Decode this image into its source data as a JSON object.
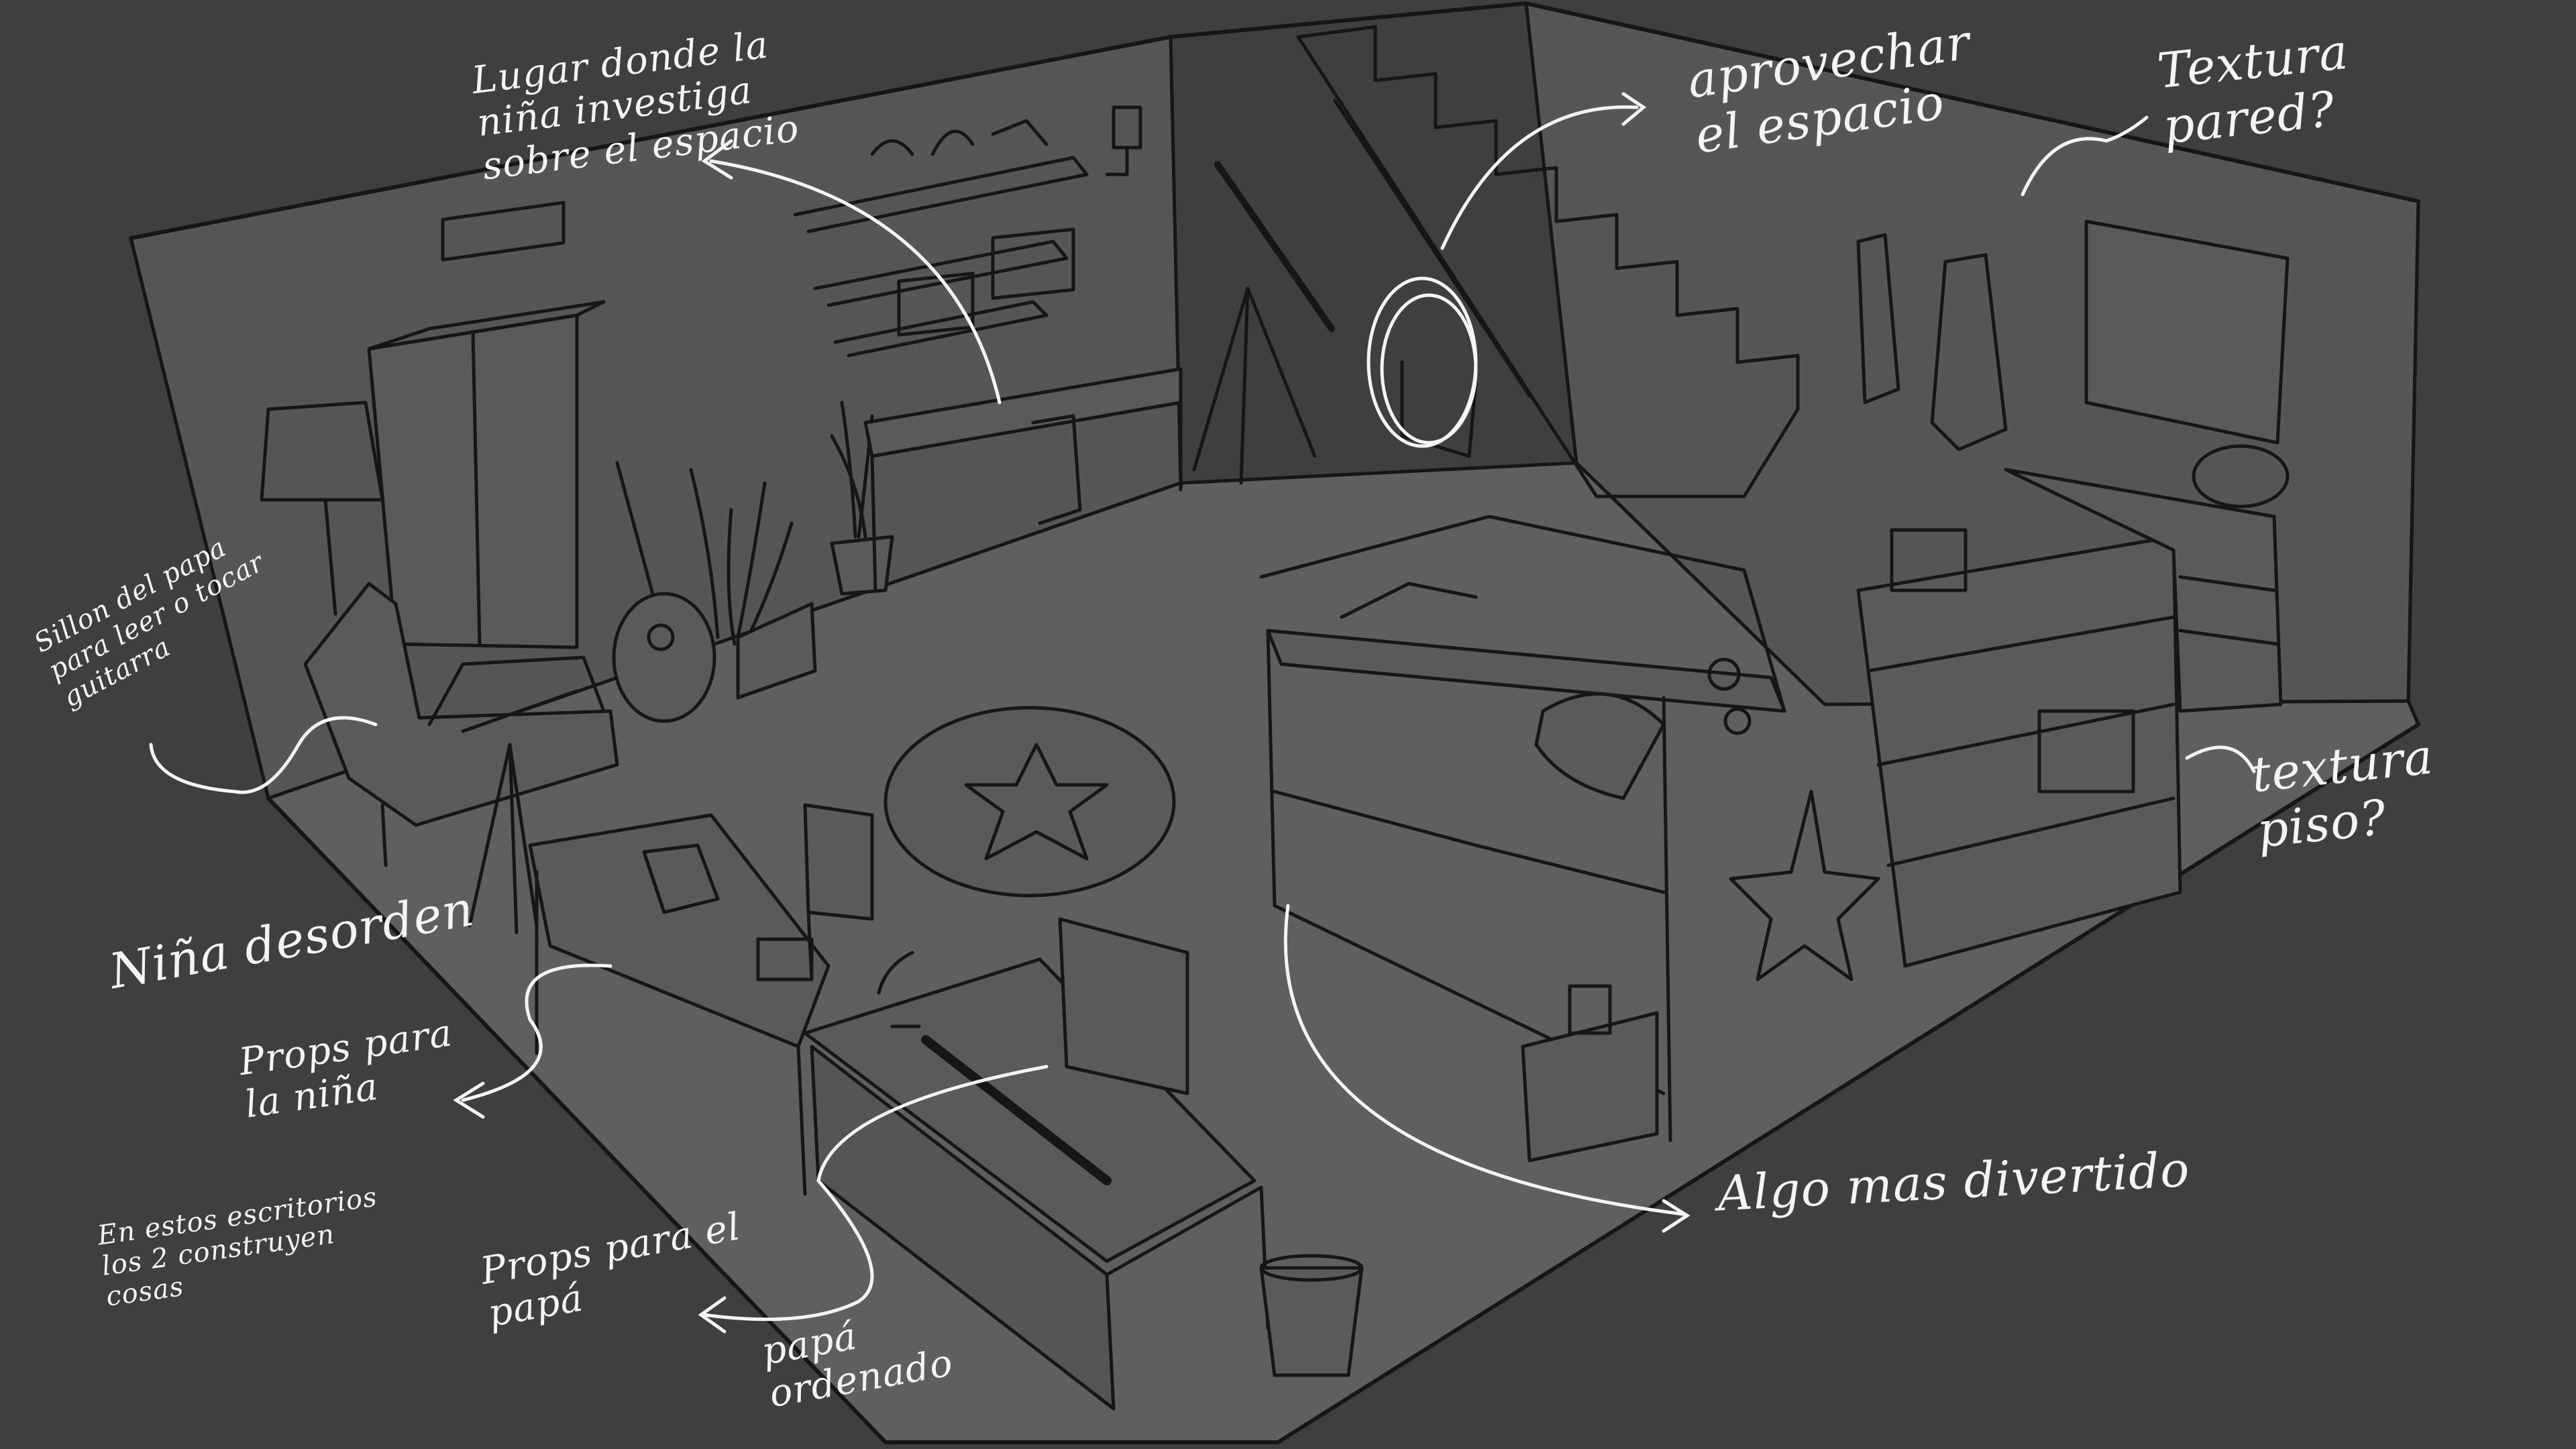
{
  "annotations": {
    "investigation_area": "Lugar donde la\nniña investiga\nsobre el espacio",
    "use_space": "aprovechar\nel espacio",
    "wall_texture": "Textura\npared?",
    "armchair": "Sillon del papa\npara leer o tocar\nguitarra",
    "floor_texture": "textura\npiso?",
    "messy_girl": "Niña desorden",
    "girl_props": "Props para\nla niña",
    "desks_note": "En estos escritorios\nlos 2 construyen\ncosas",
    "dad_props": "Props para el\npapá",
    "tidy_dad": "papá\nordenado",
    "more_fun": "Algo mas divertido"
  },
  "colors": {
    "background": "#3f3f3f",
    "floor": "#5f5f5f",
    "wall": "#565656",
    "ink": "#161616",
    "annotation": "#f4f4f4"
  }
}
